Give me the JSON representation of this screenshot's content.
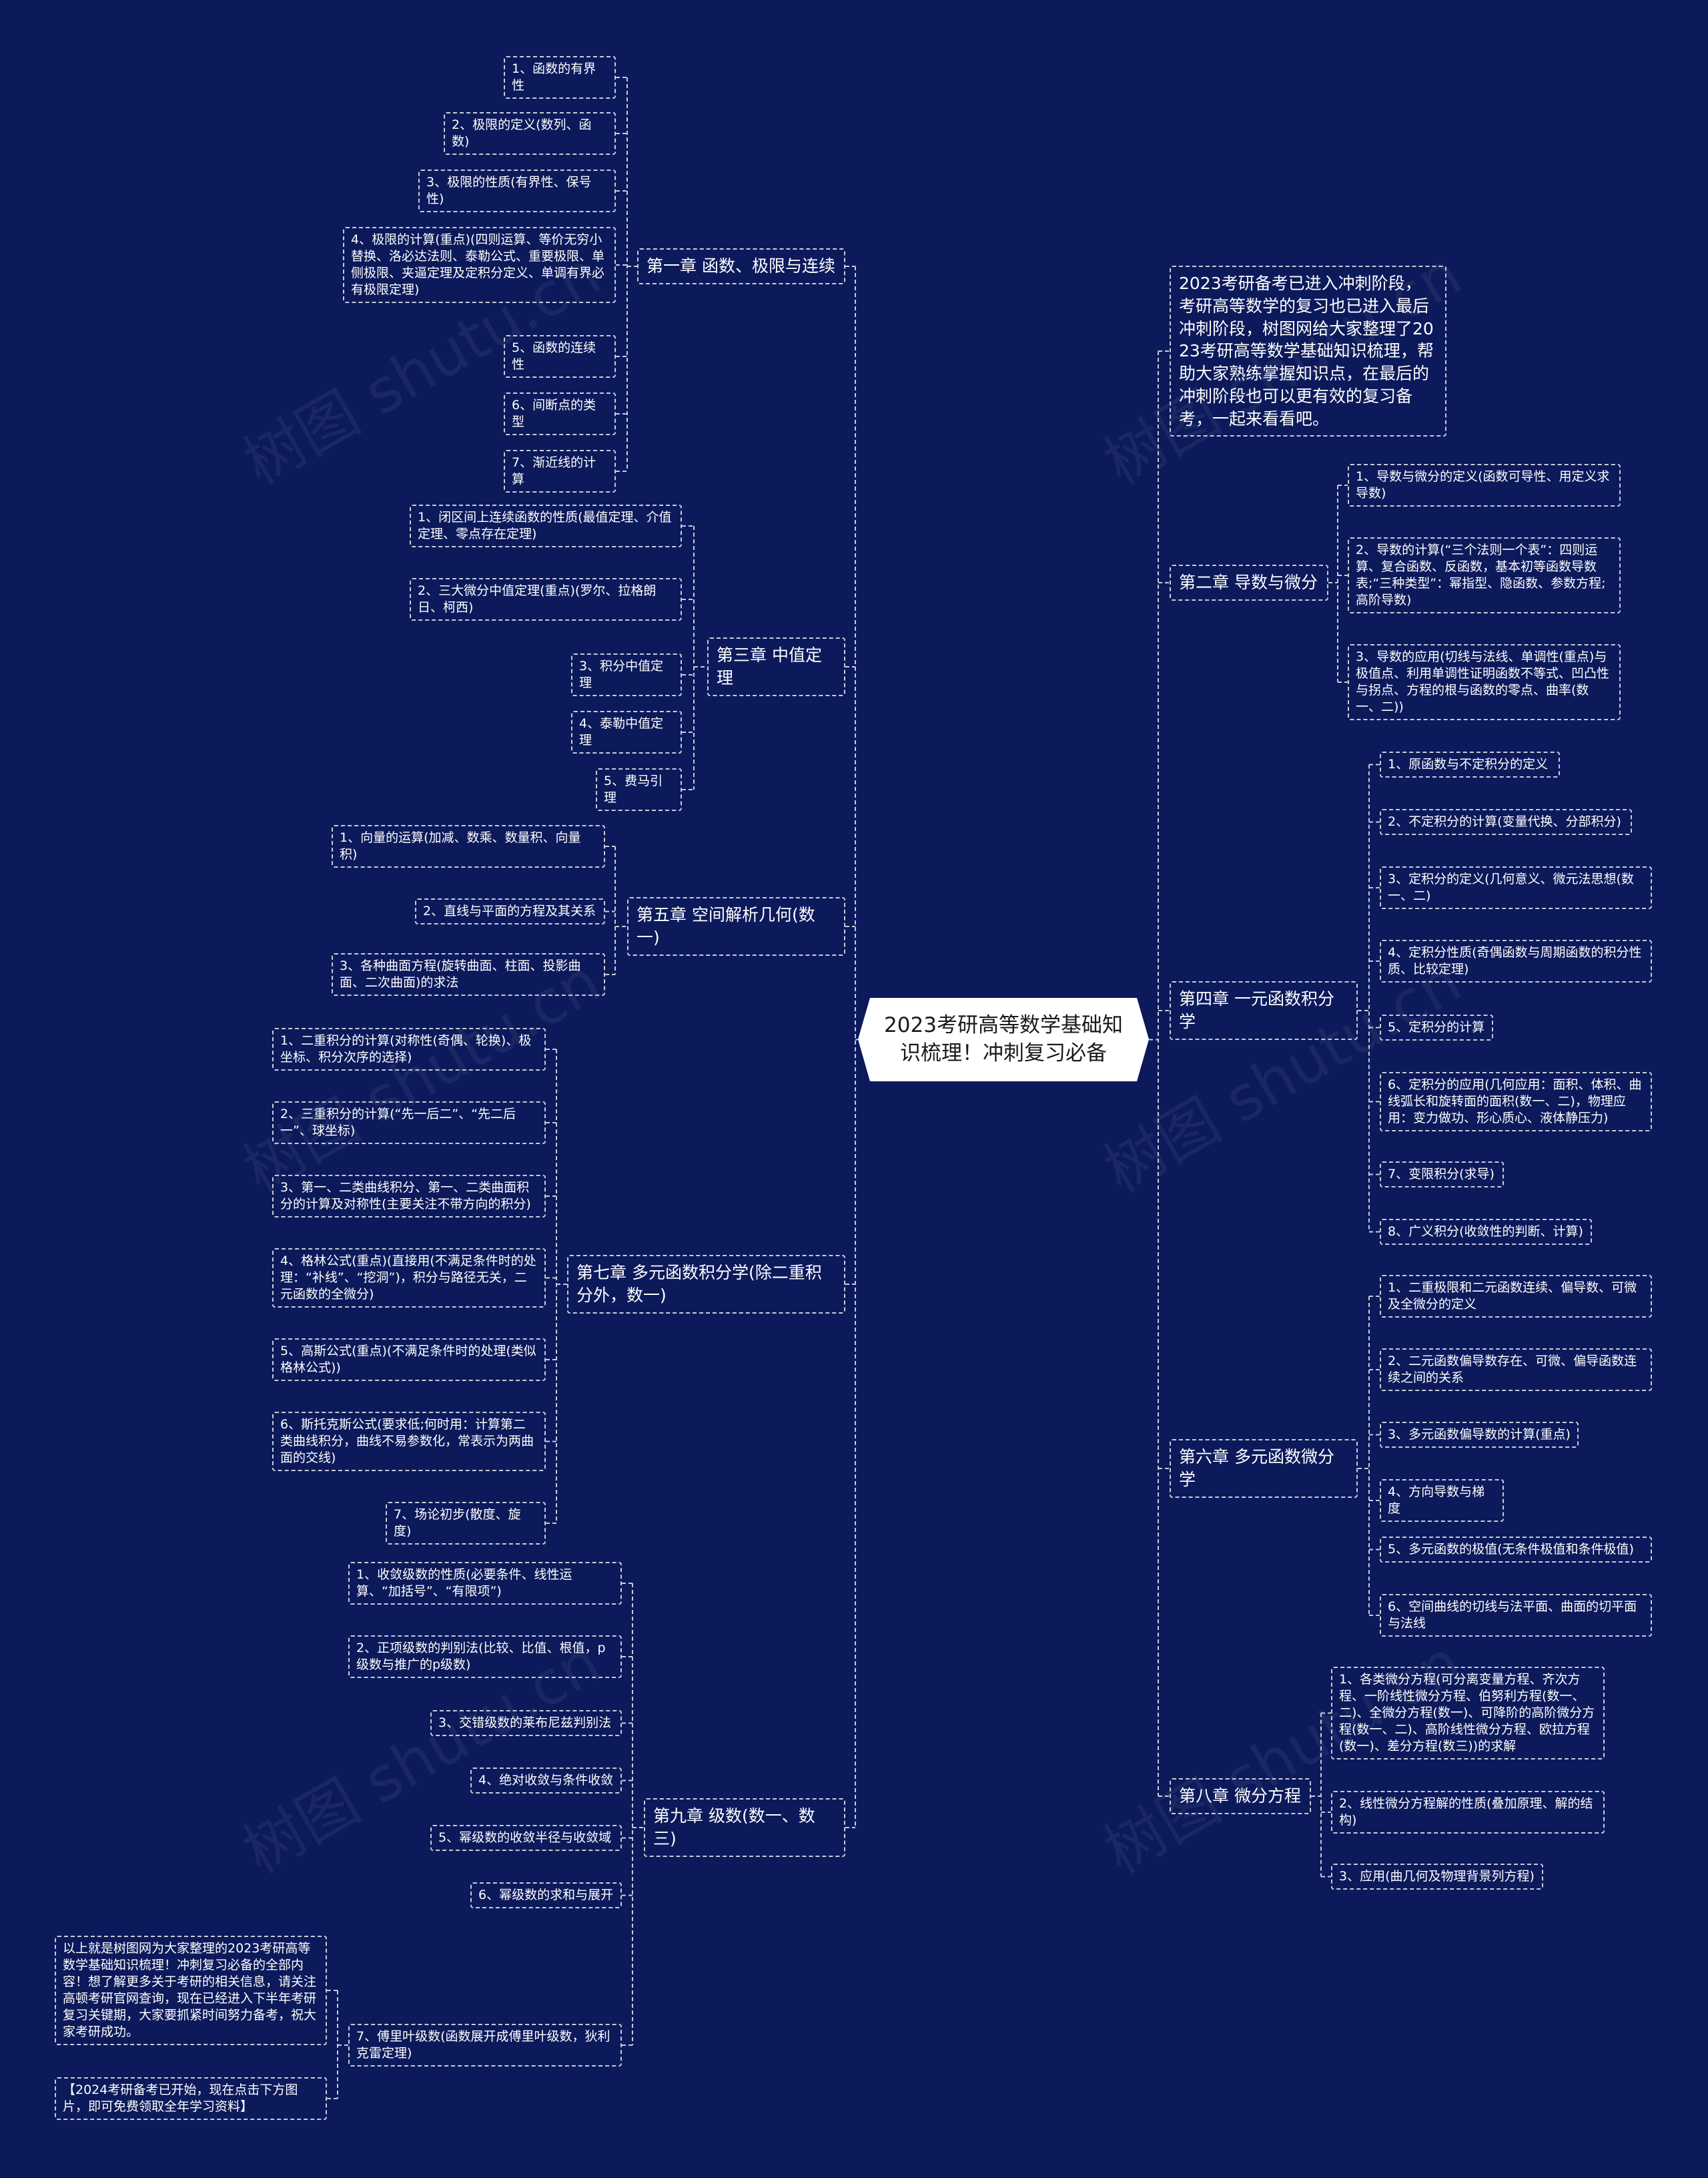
{
  "root": {
    "title": "2023考研高等数学基础知识梳理！冲刺复习必备"
  },
  "watermark": "树图 shutu.cn",
  "colors": {
    "background": "#0c1a5b",
    "line": "#c9ccd9",
    "text": "#ffffff"
  },
  "left": [
    {
      "title": "第一章 函数、极限与连续",
      "items": [
        "1、函数的有界性",
        "2、极限的定义(数列、函数)",
        "3、极限的性质(有界性、保号性)",
        "4、极限的计算(重点)(四则运算、等价无穷小替换、洛必达法则、泰勒公式、重要极限、单侧极限、夹逼定理及定积分定义、单调有界必有极限定理)",
        "5、函数的连续性",
        "6、间断点的类型",
        "7、渐近线的计算"
      ]
    },
    {
      "title": "第三章 中值定理",
      "items": [
        "1、闭区间上连续函数的性质(最值定理、介值定理、零点存在定理)",
        "2、三大微分中值定理(重点)(罗尔、拉格朗日、柯西)",
        "3、积分中值定理",
        "4、泰勒中值定理",
        "5、费马引理"
      ]
    },
    {
      "title": "第五章 空间解析几何(数一)",
      "items": [
        "1、向量的运算(加减、数乘、数量积、向量积)",
        "2、直线与平面的方程及其关系",
        "3、各种曲面方程(旋转曲面、柱面、投影曲面、二次曲面)的求法"
      ]
    },
    {
      "title": "第七章 多元函数积分学(除二重积分外，数一)",
      "items": [
        "1、二重积分的计算(对称性(奇偶、轮换)、极坐标、积分次序的选择)",
        "2、三重积分的计算(“先一后二”、“先二后一”、球坐标)",
        "3、第一、二类曲线积分、第一、二类曲面积分的计算及对称性(主要关注不带方向的积分)",
        "4、格林公式(重点)(直接用(不满足条件时的处理：“补线”、“挖洞”)，积分与路径无关，二元函数的全微分)",
        "5、高斯公式(重点)(不满足条件时的处理(类似格林公式))",
        "6、斯托克斯公式(要求低;何时用：计算第二类曲线积分，曲线不易参数化，常表示为两曲面的交线)",
        "7、场论初步(散度、旋度)"
      ]
    },
    {
      "title": "第九章 级数(数一、数三)",
      "items": [
        "1、收敛级数的性质(必要条件、线性运算、“加括号”、“有限项”)",
        "2、正项级数的判别法(比较、比值、根值，p级数与推广的p级数)",
        "3、交错级数的莱布尼兹判别法",
        "4、绝对收敛与条件收敛",
        "5、幂级数的收敛半径与收敛域",
        "6、幂级数的求和与展开",
        "7、傅里叶级数(函数展开成傅里叶级数，狄利克雷定理)"
      ]
    }
  ],
  "notes": [
    "以上就是树图网为大家整理的2023考研高等数学基础知识梳理！冲刺复习必备的全部内容！想了解更多关于考研的相关信息，请关注高顿考研官网查询，现在已经进入下半年考研复习关键期，大家要抓紧时间努力备考，祝大家考研成功。",
    "【2024考研备考已开始，现在点击下方图片，即可免费领取全年学习资料】"
  ],
  "right_intro": "2023考研备考已进入冲刺阶段，考研高等数学的复习也已进入最后冲刺阶段，树图网给大家整理了2023考研高等数学基础知识梳理，帮助大家熟练掌握知识点，在最后的冲刺阶段也可以更有效的复习备考，一起来看看吧。",
  "right": [
    {
      "title": "第二章 导数与微分",
      "items": [
        "1、导数与微分的定义(函数可导性、用定义求导数)",
        "2、导数的计算(“三个法则一个表”：四则运算、复合函数、反函数，基本初等函数导数表;“三种类型”：幂指型、隐函数、参数方程;高阶导数)",
        "3、导数的应用(切线与法线、单调性(重点)与极值点、利用单调性证明函数不等式、凹凸性与拐点、方程的根与函数的零点、曲率(数一、二))"
      ]
    },
    {
      "title": "第四章 一元函数积分学",
      "items": [
        "1、原函数与不定积分的定义",
        "2、不定积分的计算(变量代换、分部积分)",
        "3、定积分的定义(几何意义、微元法思想(数一、二)",
        "4、定积分性质(奇偶函数与周期函数的积分性质、比较定理)",
        "5、定积分的计算",
        "6、定积分的应用(几何应用：面积、体积、曲线弧长和旋转面的面积(数一、二)，物理应用：变力做功、形心质心、液体静压力)",
        "7、变限积分(求导)",
        "8、广义积分(收敛性的判断、计算)"
      ]
    },
    {
      "title": "第六章 多元函数微分学",
      "items": [
        "1、二重极限和二元函数连续、偏导数、可微及全微分的定义",
        "2、二元函数偏导数存在、可微、偏导函数连续之间的关系",
        "3、多元函数偏导数的计算(重点)",
        "4、方向导数与梯度",
        "5、多元函数的极值(无条件极值和条件极值)",
        "6、空间曲线的切线与法平面、曲面的切平面与法线"
      ]
    },
    {
      "title": "第八章 微分方程",
      "items": [
        "1、各类微分方程(可分离变量方程、齐次方程、一阶线性微分方程、伯努利方程(数一、二)、全微分方程(数一)、可降阶的高阶微分方程(数一、二)、高阶线性微分方程、欧拉方程(数一)、差分方程(数三))的求解",
        "2、线性微分方程解的性质(叠加原理、解的结构)",
        "3、应用(曲几何及物理背景列方程)"
      ]
    }
  ]
}
